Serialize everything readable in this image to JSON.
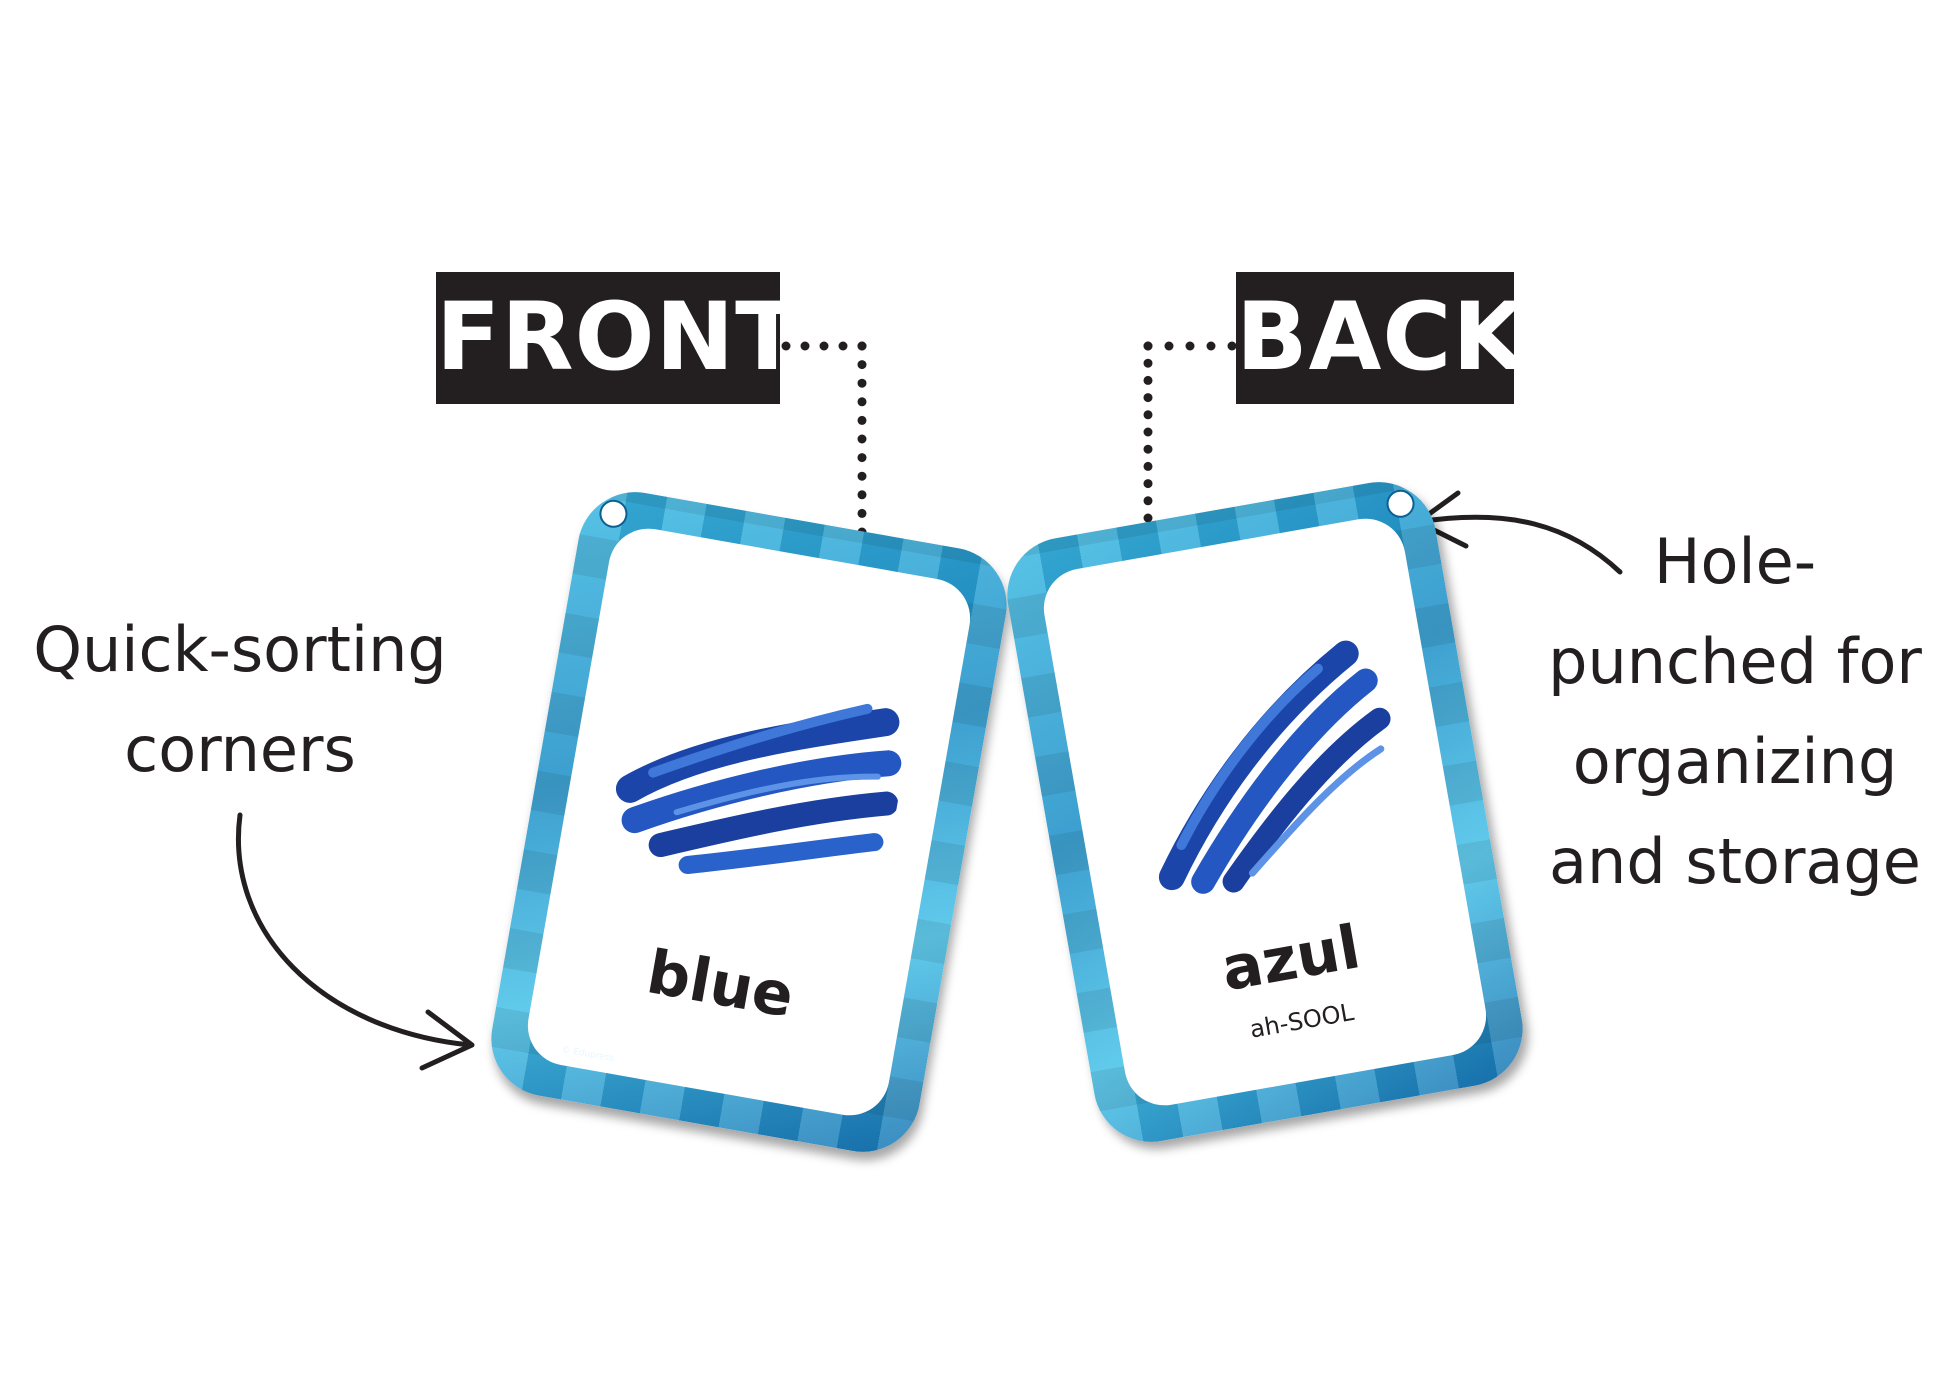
{
  "labels": {
    "front": "FRONT",
    "back": "BACK"
  },
  "callouts": {
    "left": "Quick-sorting\ncorners",
    "right": "Hole-\npunched for\norganizing\nand storage"
  },
  "front_card": {
    "word": "blue",
    "copyright": "© Edupress"
  },
  "back_card": {
    "word": "azul",
    "pronunciation": "ah-SOOL"
  },
  "colors": {
    "tag_bg": "#231f20",
    "card_border": "#2a9fd6",
    "paint": "#1f4fb0"
  },
  "icons": {
    "left_arrow": "curved-arrow-icon",
    "right_arrow": "curved-arrow-icon"
  }
}
